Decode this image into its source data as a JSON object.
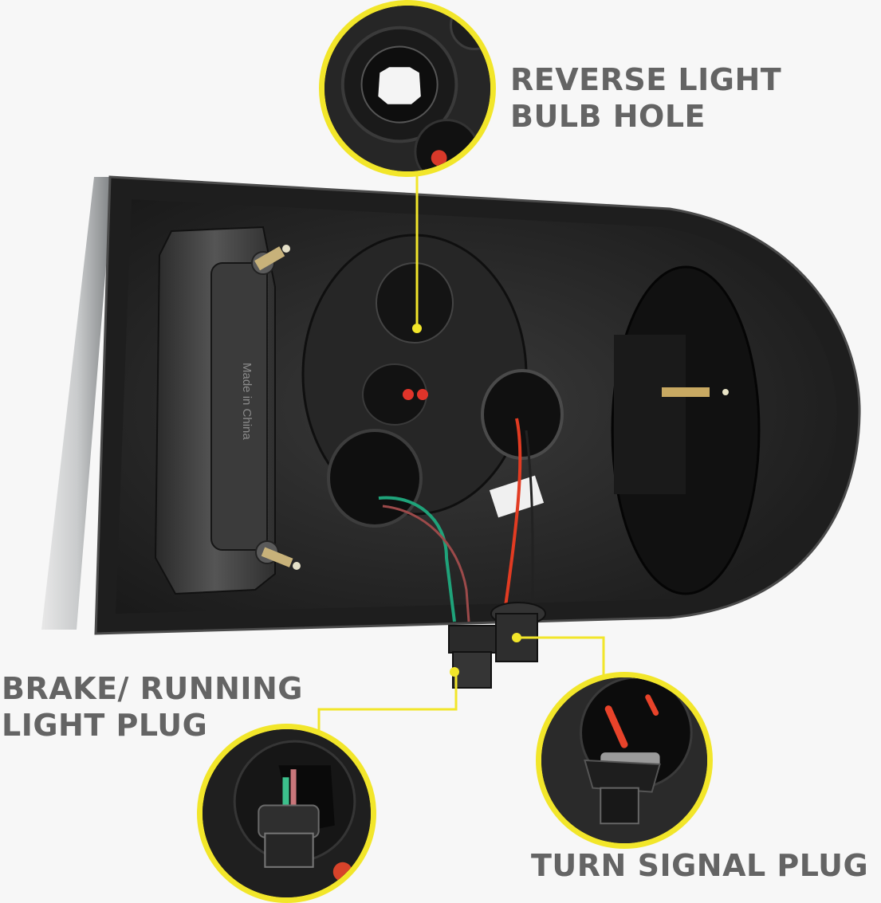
{
  "image": {
    "subject": "Tail light assembly rear view with wiring",
    "background_color": "#f7f7f7",
    "accent_color": "#f2e62a",
    "label_color": "#646464"
  },
  "callouts": [
    {
      "id": "reverse",
      "label_lines": [
        "REVERSE LIGHT",
        "BULB HOLE"
      ],
      "inset_description": "close-up of reverse light bulb hole"
    },
    {
      "id": "brake",
      "label_lines": [
        "BRAKE/ RUNNING",
        "LIGHT PLUG"
      ],
      "inset_description": "close-up of brake/running light plug with green and red wires"
    },
    {
      "id": "turn",
      "label_lines": [
        "TURN SIGNAL PLUG"
      ],
      "inset_description": "close-up of turn signal plug with red wire"
    }
  ],
  "housing_text": {
    "made_in": "Made in China"
  }
}
